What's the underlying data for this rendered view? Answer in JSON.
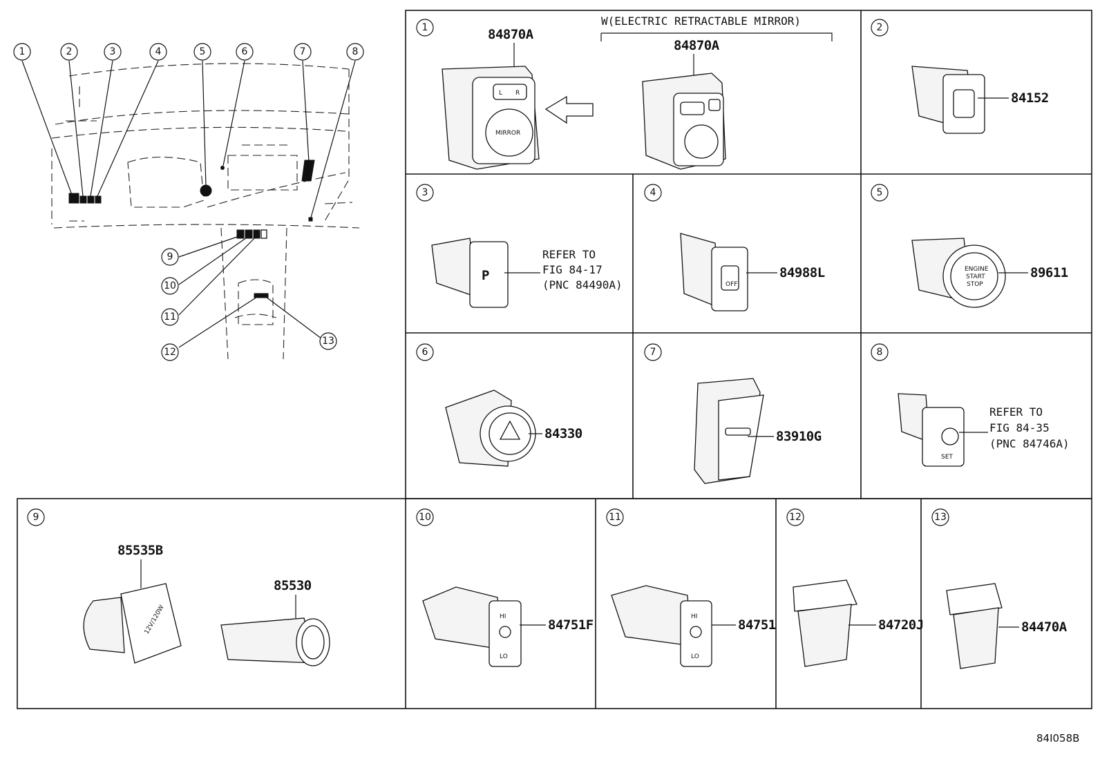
{
  "figure_id": "84I058B",
  "overview": {
    "callouts": [
      "1",
      "2",
      "3",
      "4",
      "5",
      "6",
      "7",
      "8",
      "9",
      "10",
      "11",
      "12",
      "13"
    ]
  },
  "panels": {
    "p1": {
      "num": "1",
      "part_a": "84870A",
      "condition": "W(ELECTRIC RETRACTABLE MIRROR)",
      "part_b": "84870A",
      "label_mirror": "MIRROR",
      "label_l": "L",
      "label_r": "R"
    },
    "p2": {
      "num": "2",
      "part": "84152"
    },
    "p3": {
      "num": "3",
      "ref1": "REFER TO",
      "ref2": "FIG 84-17",
      "ref3": "(PNC 84490A)",
      "label_p": "P"
    },
    "p4": {
      "num": "4",
      "part": "84988L",
      "label_off": "OFF"
    },
    "p5": {
      "num": "5",
      "part": "89611",
      "label1": "ENGINE",
      "label2": "START",
      "label3": "STOP"
    },
    "p6": {
      "num": "6",
      "part": "84330"
    },
    "p7": {
      "num": "7",
      "part": "83910G"
    },
    "p8": {
      "num": "8",
      "ref1": "REFER TO",
      "ref2": "FIG 84-35",
      "ref3": "(PNC 84746A)",
      "label_set": "SET"
    },
    "p9": {
      "num": "9",
      "part_a": "85535B",
      "part_b": "85530",
      "label_power": "12V/120W"
    },
    "p10": {
      "num": "10",
      "part": "84751F",
      "label_hi": "HI",
      "label_lo": "LO"
    },
    "p11": {
      "num": "11",
      "part": "84751",
      "label_hi": "HI",
      "label_lo": "LO"
    },
    "p12": {
      "num": "12",
      "part": "84720J"
    },
    "p13": {
      "num": "13",
      "part": "84470A"
    }
  }
}
